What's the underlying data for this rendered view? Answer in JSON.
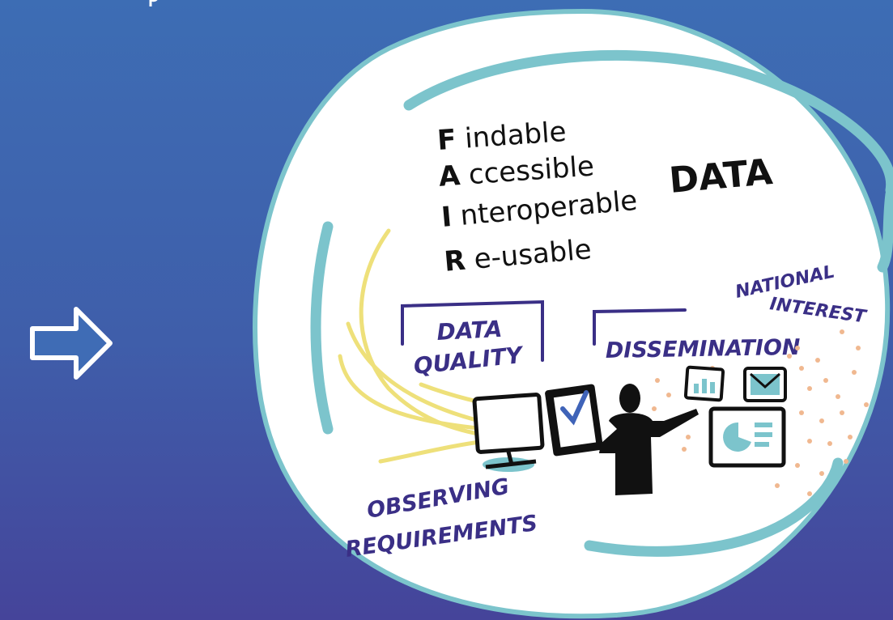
{
  "fair": {
    "items": [
      {
        "initial": "F",
        "rest": "indable"
      },
      {
        "initial": "A",
        "rest": "ccessible"
      },
      {
        "initial": "I",
        "rest": "nteroperable"
      },
      {
        "initial": "R",
        "rest": "e-usable"
      }
    ],
    "data_word": "DATA"
  },
  "labels": {
    "data_quality_line1": "DATA",
    "data_quality_line2": "QUALITY",
    "dissemination": "DISSEMINATION",
    "national_line1": "NATIONAL",
    "national_line2": "INTEREST",
    "observing_line1": "OBSERVING",
    "observing_line2": "REQUIREMENTS"
  },
  "colors": {
    "background_top": "#3d6db4",
    "background_bottom": "#45449a",
    "circle_fill": "#ffffff",
    "ring": "#7cc4cc",
    "yellow_lines": "#eee07a",
    "label_purple": "#3a2f86",
    "dots": "#f0b890"
  },
  "icons": [
    "arrow-right-icon",
    "monitor-icon",
    "tablet-checkmark-icon",
    "person-icon",
    "bar-chart-icon",
    "email-icon",
    "pie-chart-icon"
  ]
}
